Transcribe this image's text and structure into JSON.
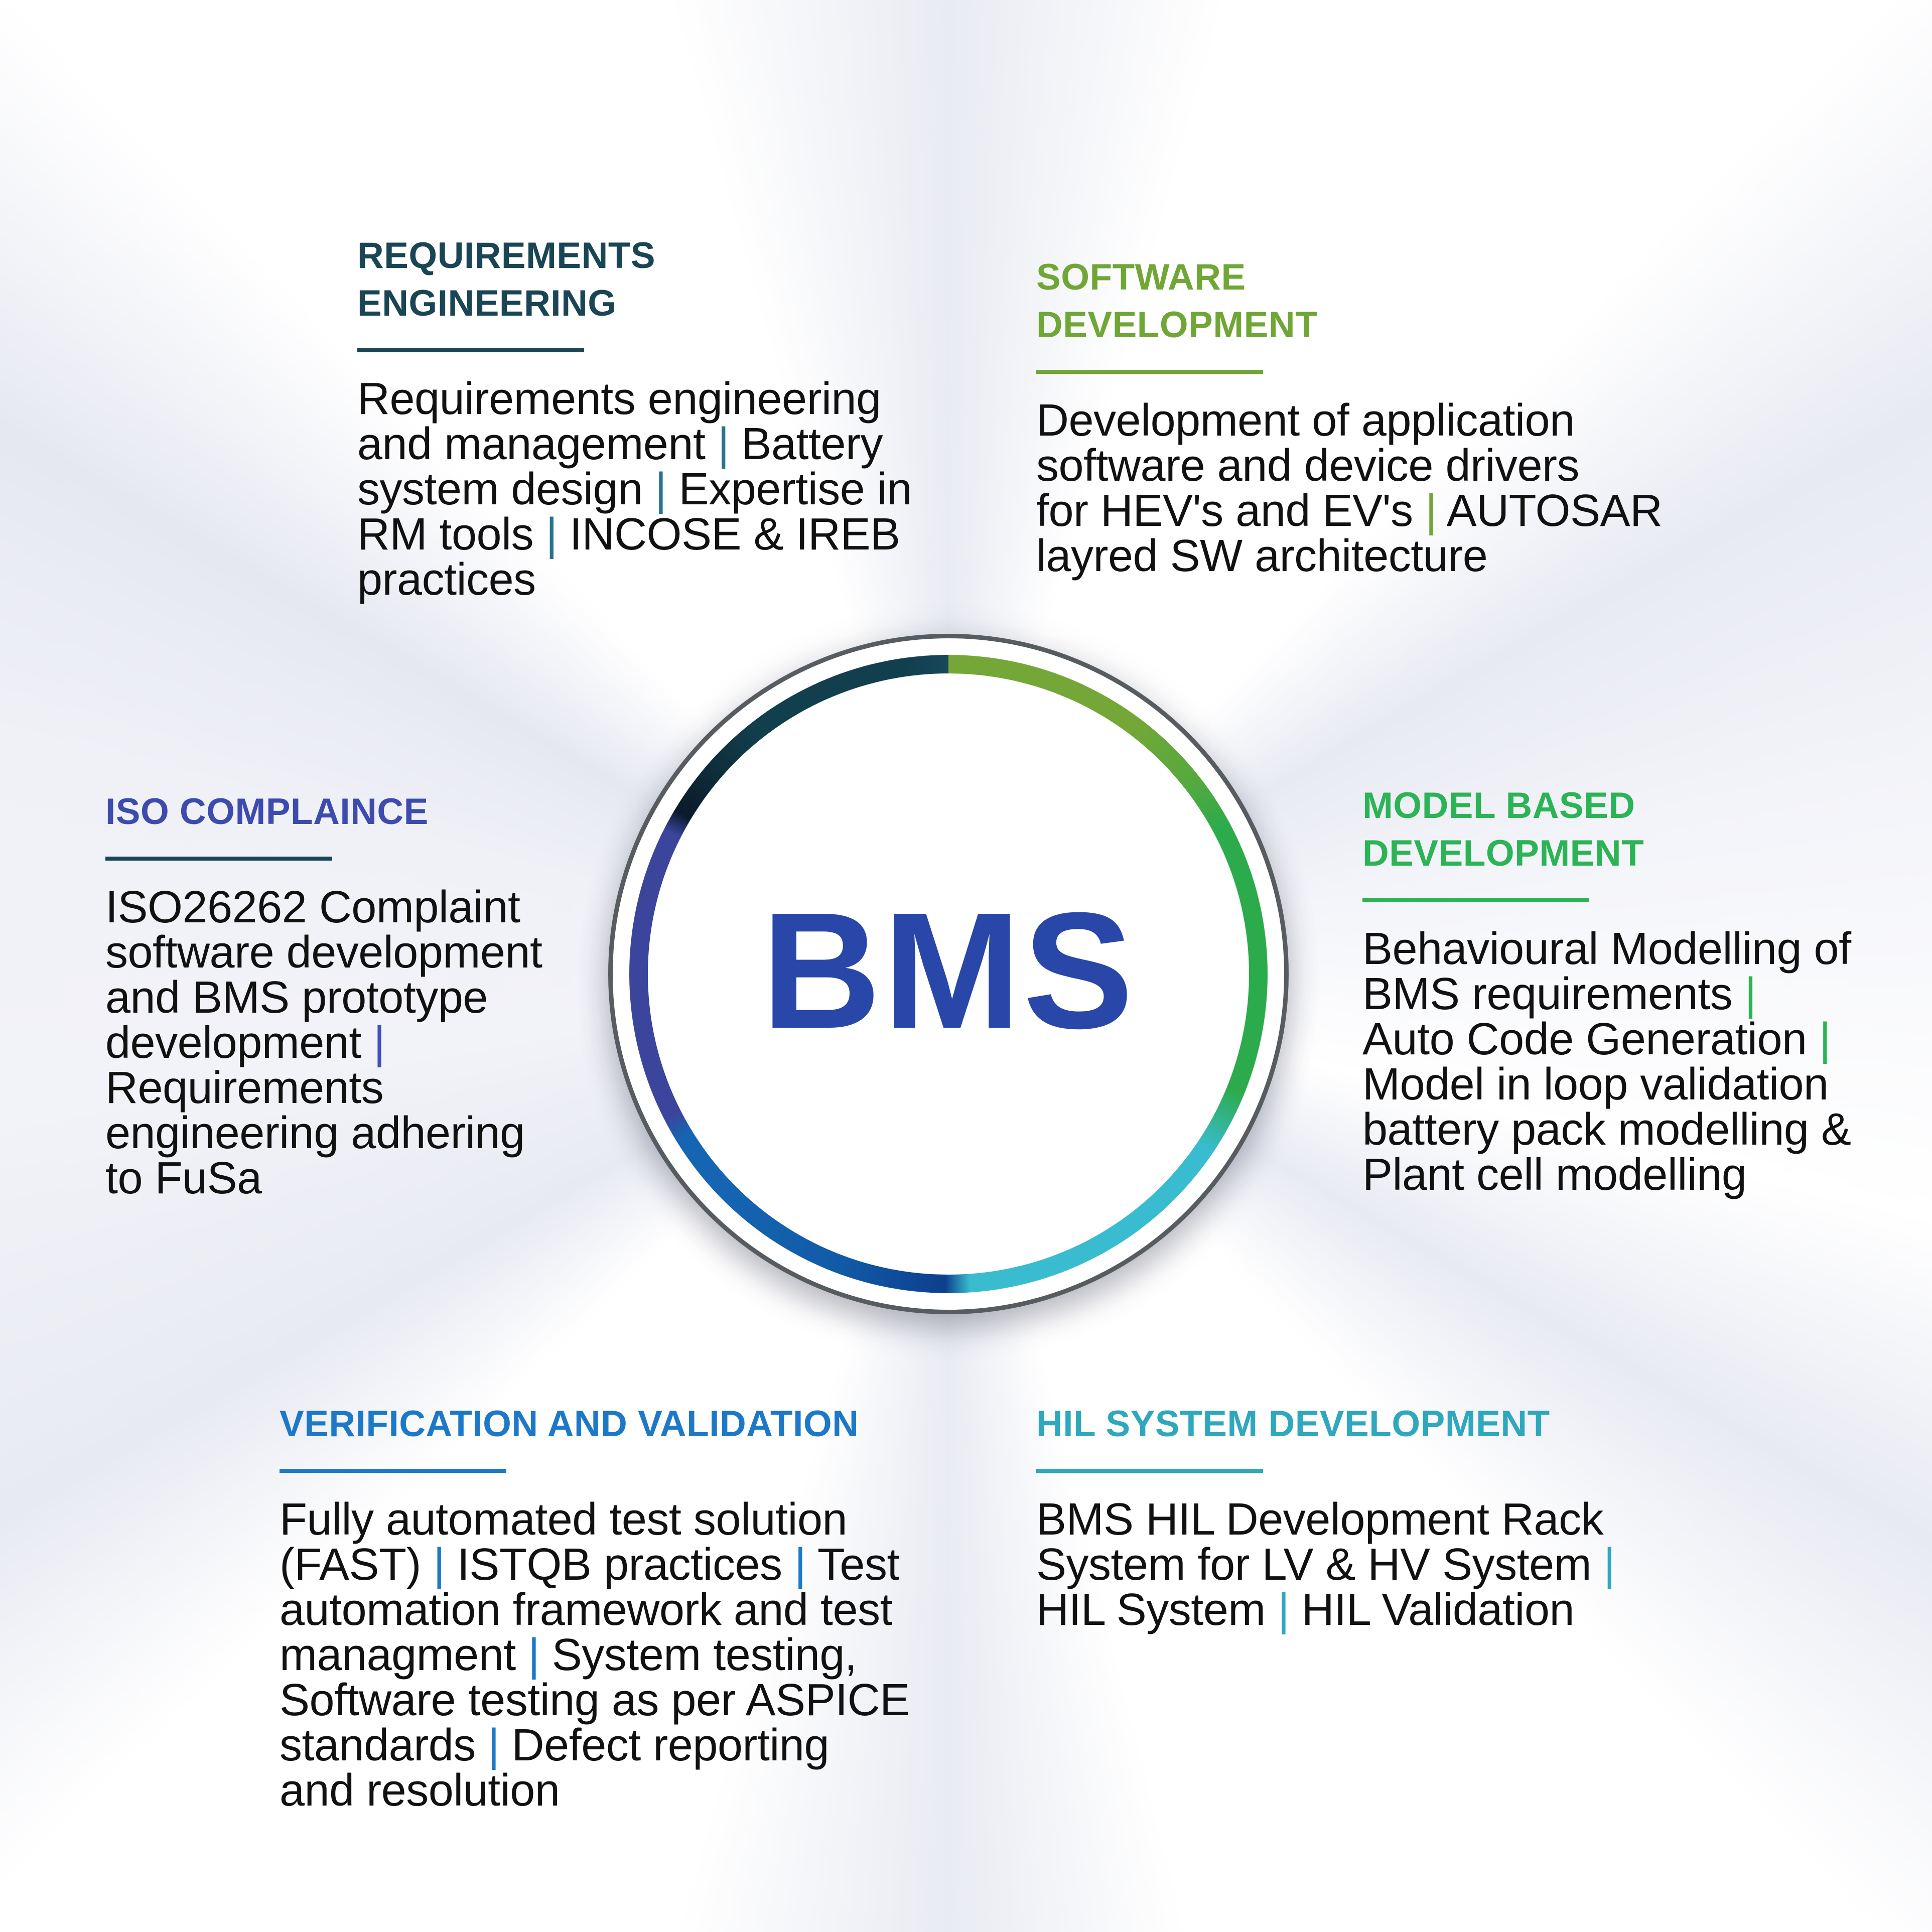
{
  "figure": {
    "type": "hub-and-spoke infographic",
    "topic": "BMS capabilities"
  },
  "center": {
    "label": "BMS",
    "text_color": "#2847a9",
    "outline_color": "#575c60"
  },
  "ring_colors": {
    "olive_green": "#74a737",
    "green": "#2cab4c",
    "cyan": "#39bccf",
    "blue": "#1565b2",
    "indigo": "#3b459c",
    "dark_navy": "#0b1a2b",
    "dark_teal": "#123f4d"
  },
  "body_text_color": "#111111",
  "sections": [
    {
      "id": "requirements-engineering",
      "title": "REQUIREMENTS\nENGINEERING",
      "accent_color": "#1a4554",
      "underline_color": "#1a4554",
      "pipe_color": "#27728f",
      "body_segments": [
        "Requirements engineering\nand management",
        "Battery\nsystem design",
        "Expertise in\nRM tools",
        "INCOSE & IREB\npractices"
      ]
    },
    {
      "id": "software-development",
      "title": "SOFTWARE\nDEVELOPMENT",
      "accent_color": "#70a636",
      "underline_color": "#70a636",
      "pipe_color": "#70a636",
      "body_segments": [
        "Development of application\nsoftware and device drivers\nfor HEV's and EV's",
        "AUTOSAR\nlayred SW architecture"
      ]
    },
    {
      "id": "iso-complaince",
      "title": "ISO COMPLAINCE",
      "accent_color": "#3d4bae",
      "underline_color": "#1a4554",
      "pipe_color": "#4150c0",
      "body_segments": [
        "ISO26262 Complaint\nsoftware development\nand BMS prototype\ndevelopment",
        "\nRequirements\nengineering adhering\nto FuSa"
      ]
    },
    {
      "id": "model-based-development",
      "title": "MODEL BASED\nDEVELOPMENT",
      "accent_color": "#2cb356",
      "underline_color": "#2cb356",
      "pipe_color": "#2cb356",
      "body_segments": [
        "Behavioural Modelling of\nBMS requirements",
        "\nAuto Code Generation",
        "\nModel in loop validation\nbattery pack modelling &\nPlant cell modelling"
      ]
    },
    {
      "id": "verification-and-validation",
      "title": "VERIFICATION AND VALIDATION",
      "accent_color": "#1d79c8",
      "underline_color": "#1d79c8",
      "pipe_color": "#1d79c8",
      "body_segments": [
        "Fully automated test solution\n(FAST)",
        "ISTQB practices",
        "Test\nautomation framework and test\nmanagment",
        "System testing,\nSoftware testing as per ASPICE\nstandards",
        "Defect reporting\nand resolution"
      ]
    },
    {
      "id": "hil-system-development",
      "title": "HIL SYSTEM DEVELOPMENT",
      "accent_color": "#2fa8bd",
      "underline_color": "#2fa8bd",
      "pipe_color": "#2fa8bd",
      "body_segments": [
        "BMS HIL Development Rack\nSystem for LV & HV System",
        "\nHIL System",
        "HIL Validation"
      ]
    }
  ]
}
